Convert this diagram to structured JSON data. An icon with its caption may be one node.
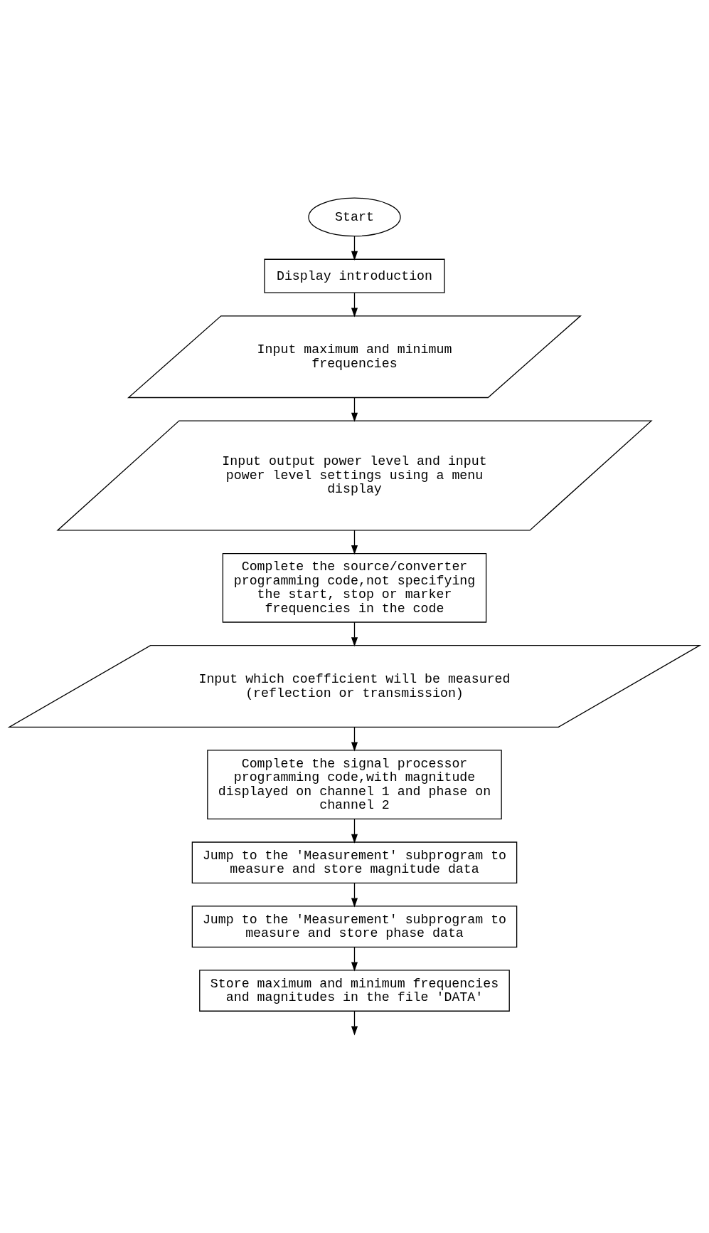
{
  "diagram": {
    "nodes": [
      {
        "text": [
          "Start"
        ]
      },
      {
        "text": [
          "Display introduction"
        ]
      },
      {
        "text": [
          "Input maximum and minimum frequencies"
        ]
      },
      {
        "text": [
          "Input output power level and input power level settings using a menu display"
        ]
      },
      {
        "text": [
          "Complete the source/converter programming code,not specifying the start, stop or marker frequencies in the code"
        ]
      },
      {
        "text": [
          "Input which coefficient will be measured (reflection or transmission)"
        ]
      },
      {
        "text": [
          "Complete the signal processor programming code,with magnitude displayed on channel 1 and phase on channel 2"
        ]
      },
      {
        "text": [
          "Jump to the 'Measurement' subprogram to measure and store magnitude data"
        ]
      },
      {
        "text": [
          "Jump to the 'Measurement' subprogram to measure and store phase data"
        ]
      },
      {
        "text": [
          "Store maximum and minimum frequencies and magnitudes in the file 'DATA'"
        ]
      }
    ],
    "edges": [
      {
        "from": 0,
        "to": 1,
        "arrow": "to"
      },
      {
        "from": 1,
        "to": 2,
        "arrow": "to"
      },
      {
        "from": 2,
        "to": 3,
        "arrow": "to"
      },
      {
        "from": 3,
        "to": 4,
        "arrow": "to"
      },
      {
        "from": 4,
        "to": 5,
        "arrow": "to"
      },
      {
        "from": 5,
        "to": 6,
        "arrow": "to"
      },
      {
        "from": 6,
        "to": 7,
        "arrow": "to"
      },
      {
        "from": 7,
        "to": 8,
        "arrow": "to"
      },
      {
        "from": 8,
        "to": 9,
        "arrow": "to"
      },
      {
        "from": 9,
        "to": null,
        "arrow": "to"
      }
    ]
  }
}
